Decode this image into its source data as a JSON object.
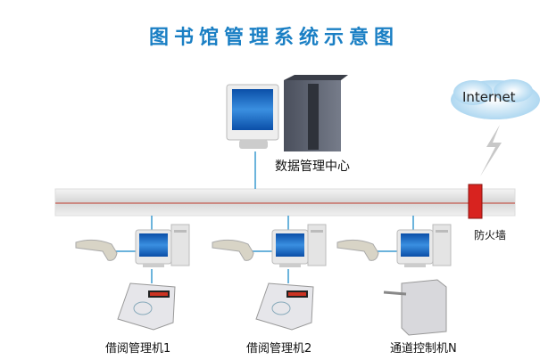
{
  "title": "图书馆管理系统示意图",
  "nodes": {
    "data_center": "数据管理中心",
    "internet": "Internet",
    "firewall": "防火墙",
    "station1": "借阅管理机1",
    "station2": "借阅管理机2",
    "station3": "通道控制机N"
  },
  "colors": {
    "title": "#1a7fc4",
    "link": "#3a9ad0",
    "firewall": "#d8231f",
    "backbone_line": "#c0392b"
  }
}
